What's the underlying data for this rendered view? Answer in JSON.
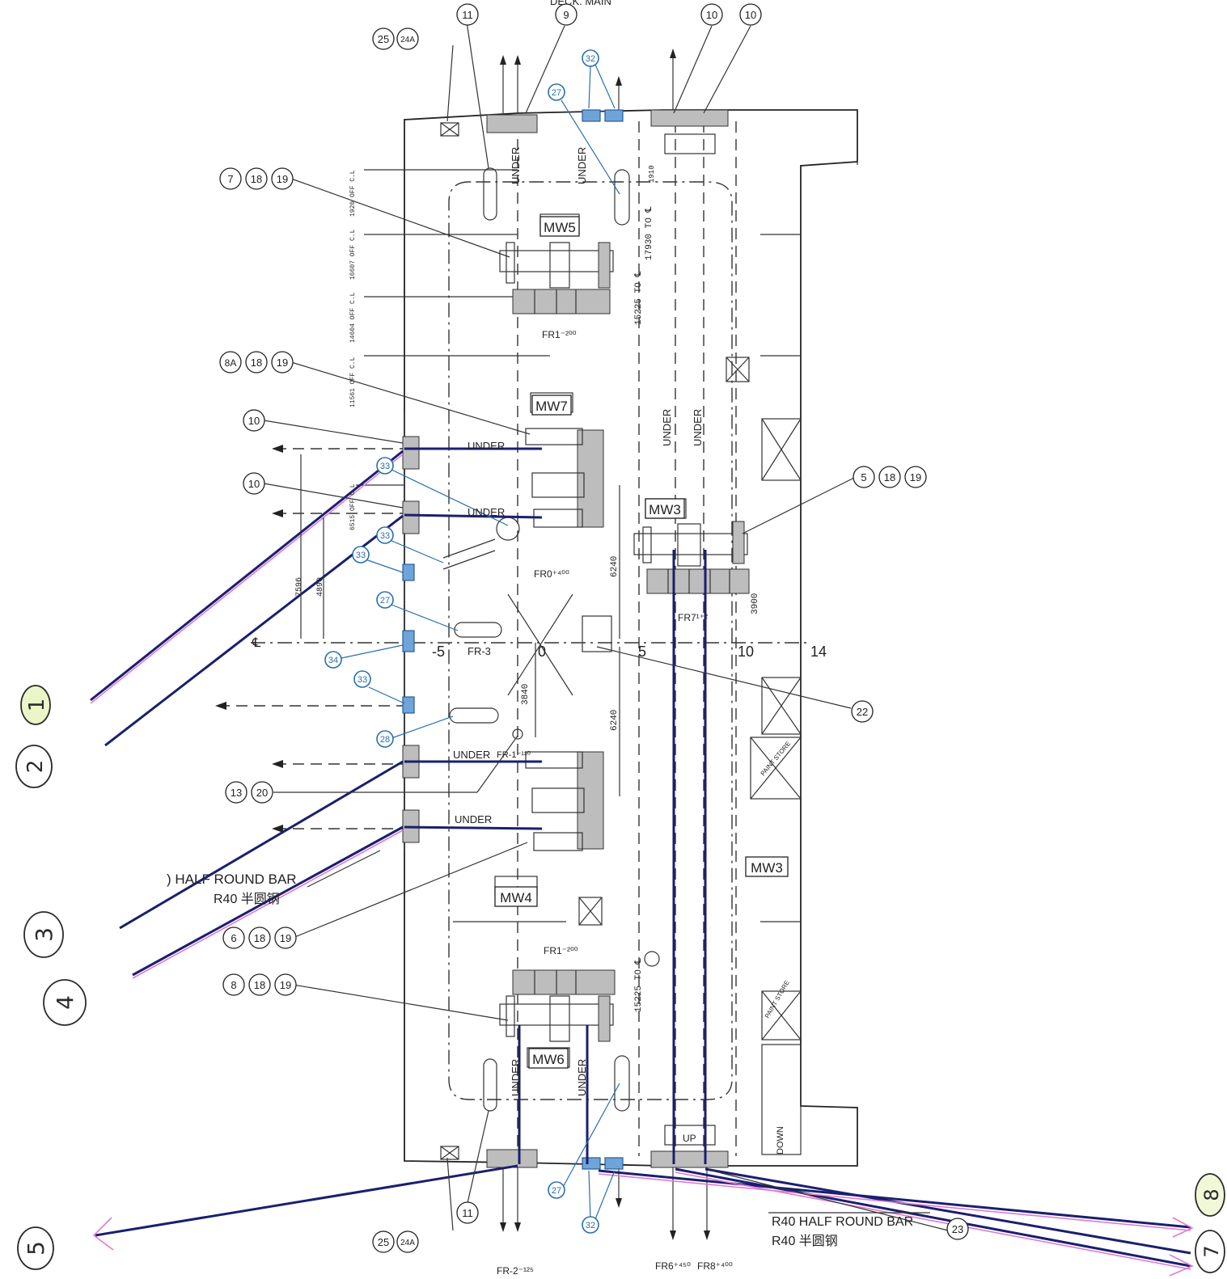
{
  "title_fragment": "DECK. MAIN",
  "member_labels": {
    "mw5": "MW5",
    "mw7": "MW7",
    "mw3_upper": "MW3",
    "mw4": "MW4",
    "mw6": "MW6",
    "mw3_lower": "MW3"
  },
  "under_label": "UNDER",
  "up_label": "UP",
  "down_label": "DOWN",
  "frames": {
    "fr1_top": "FR1⁻²⁰⁰",
    "fr0": "FR0⁺⁴⁰⁰",
    "fr7": "FR7¹⁺²",
    "fr_3": "FR-3",
    "fr_1": "FR-1⁻¹³⁰",
    "fr1_bottom": "FR1⁻²⁰⁰",
    "fr_2_bottom": "FR-2⁻¹²⁵",
    "fr6_bottom": "FR6⁺⁴⁵⁰",
    "fr8_bottom": "FR8⁺⁴⁰⁰"
  },
  "axis_ticks": [
    "-5",
    "0",
    "5",
    "10",
    "14"
  ],
  "dimensions": {
    "d17930": "17930 TO ℄",
    "d15225_top": "15225 TO ℄",
    "d15225_bottom": "15225 TO ℄",
    "d1920": "1920 OFF C.L",
    "d1910": "1910",
    "d16607": "16607 OFF C.L",
    "d14604": "14604 OFF C.L",
    "d11561": "11561 OFF C.L",
    "d6515": "6515 OFF C.L",
    "d7596": "7596",
    "d4890": "4890",
    "d6240_top": "6240",
    "d6240_bottom": "6240",
    "d3840": "3840",
    "d3900": "3900"
  },
  "callouts": {
    "c11_top": "11",
    "c9": "9",
    "c10_top_a": "10",
    "c10_top_b": "10",
    "c25_top": "25",
    "c24a_top": "24A",
    "c7": "7",
    "c18_a": "18",
    "c19_a": "19",
    "c8a": "8A",
    "c18_b": "18",
    "c19_b": "19",
    "c10_left_a": "10",
    "c10_left_b": "10",
    "c5": "5",
    "c18_c": "18",
    "c19_c": "19",
    "c22": "22",
    "c13": "13",
    "c20": "20",
    "c6": "6",
    "c18_d": "18",
    "c19_d": "19",
    "c8": "8",
    "c18_e": "18",
    "c19_e": "19",
    "c25_bottom": "25",
    "c24a_bottom": "24A",
    "c11_bottom": "11",
    "c23": "23"
  },
  "blue_callouts": {
    "b32_top": "32",
    "b27_top": "27",
    "b33_a": "33",
    "b33_b": "33",
    "b27_mid": "27",
    "b34": "34",
    "b33_c": "33",
    "b28": "28",
    "b27_bottom": "27",
    "b32_bottom": "32"
  },
  "bar_notes": {
    "left_line1": ") HALF ROUND BAR",
    "left_line2": "R40 半圆钢",
    "right_line1": "R40 HALF ROUND BAR",
    "right_line2": "R40 半圆钢"
  },
  "handwritten": [
    "1",
    "2",
    "3",
    "4",
    "5",
    "8",
    "7"
  ],
  "side_text": "PAINT STORE",
  "colors": {
    "ink": "#222222",
    "blue_bar": "#1b1f6e",
    "pink": "#e07ad0",
    "cyan_mark": "#2a6fb0"
  }
}
